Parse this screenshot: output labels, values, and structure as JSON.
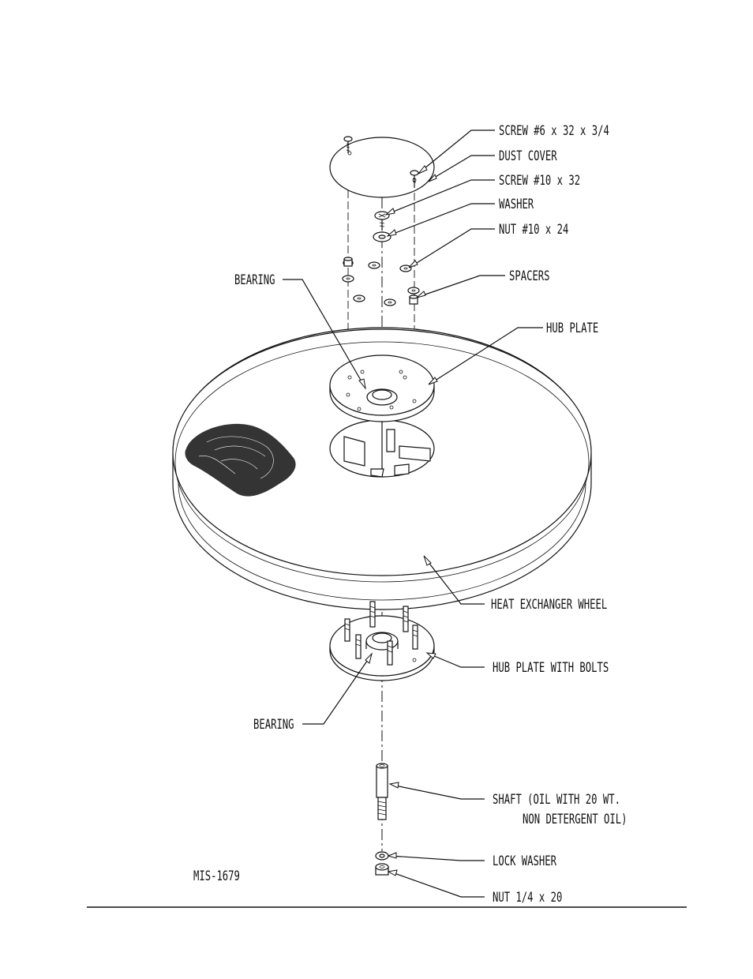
{
  "labels": {
    "screw_6": "SCREW #6 x 32 x 3/4",
    "dust_cover": "DUST COVER",
    "screw_10": "SCREW #10 x 32",
    "washer": "WASHER",
    "nut_10": "NUT #10 x 24",
    "spacers": "SPACERS",
    "bearing_top": "BEARING",
    "hub_plate": "HUB PLATE",
    "heat_exchanger_wheel": "HEAT EXCHANGER WHEEL",
    "hub_plate_bolts": "HUB PLATE WITH BOLTS",
    "bearing_bottom": "BEARING",
    "shaft_line1": "SHAFT (OIL WITH 20 WT.",
    "shaft_line2": "NON DETERGENT OIL)",
    "lock_washer": "LOCK WASHER",
    "nut_14": "NUT 1/4 x 20",
    "drawing_id": "MIS-1679"
  }
}
